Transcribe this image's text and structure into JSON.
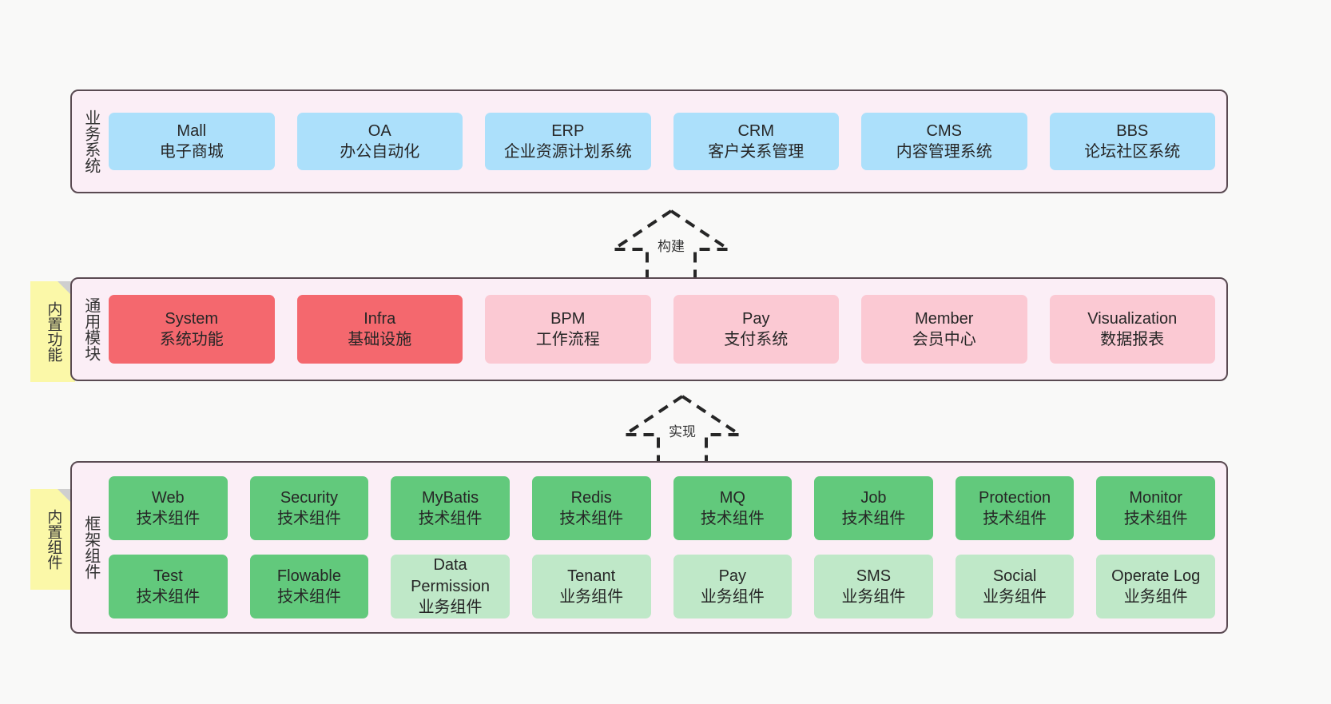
{
  "background_color": "#f9f9f8",
  "layers": [
    {
      "id": "business",
      "title": "业务系统",
      "rows": [
        {
          "cards": [
            {
              "en": "Mall",
              "cn": "电子商城",
              "color": "#ace0fb",
              "style": "blue"
            },
            {
              "en": "OA",
              "cn": "办公自动化",
              "color": "#ace0fb",
              "style": "blue"
            },
            {
              "en": "ERP",
              "cn": "企业资源计划系统",
              "color": "#ace0fb",
              "style": "blue"
            },
            {
              "en": "CRM",
              "cn": "客户关系管理",
              "color": "#ace0fb",
              "style": "blue"
            },
            {
              "en": "CMS",
              "cn": "内容管理系统",
              "color": "#ace0fb",
              "style": "blue"
            },
            {
              "en": "BBS",
              "cn": "论坛社区系统",
              "color": "#ace0fb",
              "style": "blue"
            }
          ]
        }
      ]
    },
    {
      "id": "common",
      "title": "通用模块",
      "sticky": "内置功能",
      "rows": [
        {
          "cards": [
            {
              "en": "System",
              "cn": "系统功能",
              "color": "#f4686e",
              "style": "red"
            },
            {
              "en": "Infra",
              "cn": "基础设施",
              "color": "#f4686e",
              "style": "red"
            },
            {
              "en": "BPM",
              "cn": "工作流程",
              "color": "#fbc9d3",
              "style": "pink"
            },
            {
              "en": "Pay",
              "cn": "支付系统",
              "color": "#fbc9d3",
              "style": "pink"
            },
            {
              "en": "Member",
              "cn": "会员中心",
              "color": "#fbc9d3",
              "style": "pink"
            },
            {
              "en": "Visualization",
              "cn": "数据报表",
              "color": "#fbc9d3",
              "style": "pink"
            }
          ]
        }
      ]
    },
    {
      "id": "framework",
      "title": "框架组件",
      "sticky": "内置组件",
      "rows": [
        {
          "cards": [
            {
              "en": "Web",
              "cn": "技术组件",
              "color": "#62c97c",
              "style": "green"
            },
            {
              "en": "Security",
              "cn": "技术组件",
              "color": "#62c97c",
              "style": "green"
            },
            {
              "en": "MyBatis",
              "cn": "技术组件",
              "color": "#62c97c",
              "style": "green"
            },
            {
              "en": "Redis",
              "cn": "技术组件",
              "color": "#62c97c",
              "style": "green"
            },
            {
              "en": "MQ",
              "cn": "技术组件",
              "color": "#62c97c",
              "style": "green"
            },
            {
              "en": "Job",
              "cn": "技术组件",
              "color": "#62c97c",
              "style": "green"
            },
            {
              "en": "Protection",
              "cn": "技术组件",
              "color": "#62c97c",
              "style": "green"
            },
            {
              "en": "Monitor",
              "cn": "技术组件",
              "color": "#62c97c",
              "style": "green"
            }
          ]
        },
        {
          "cards": [
            {
              "en": "Test",
              "cn": "技术组件",
              "color": "#62c97c",
              "style": "green"
            },
            {
              "en": "Flowable",
              "cn": "技术组件",
              "color": "#62c97c",
              "style": "green"
            },
            {
              "en": "Data Permission",
              "cn": "业务组件",
              "color": "#bfe8c8",
              "style": "green-lite"
            },
            {
              "en": "Tenant",
              "cn": "业务组件",
              "color": "#bfe8c8",
              "style": "green-lite"
            },
            {
              "en": "Pay",
              "cn": "业务组件",
              "color": "#bfe8c8",
              "style": "green-lite"
            },
            {
              "en": "SMS",
              "cn": "业务组件",
              "color": "#bfe8c8",
              "style": "green-lite"
            },
            {
              "en": "Social",
              "cn": "业务组件",
              "color": "#bfe8c8",
              "style": "green-lite"
            },
            {
              "en": "Operate Log",
              "cn": "业务组件",
              "color": "#bfe8c8",
              "style": "green-lite"
            }
          ]
        }
      ]
    }
  ],
  "connectors": [
    {
      "id": "build",
      "label": "构建",
      "style": "dashed-generalization-up"
    },
    {
      "id": "realize",
      "label": "实现",
      "style": "dashed-generalization-up"
    }
  ]
}
